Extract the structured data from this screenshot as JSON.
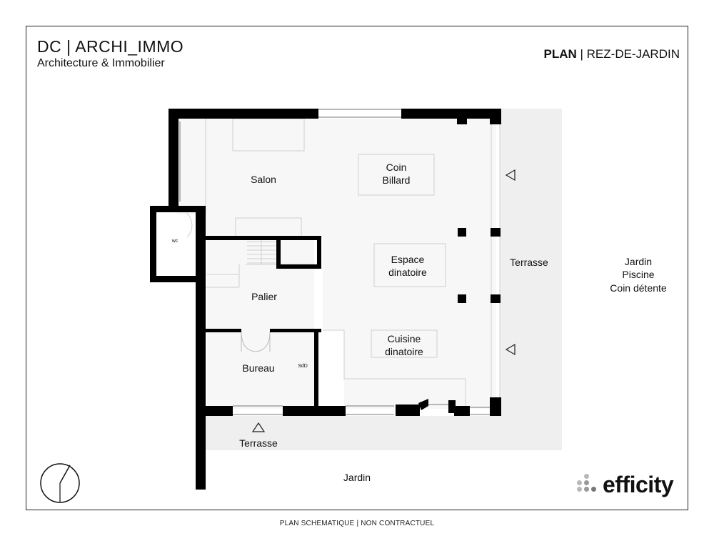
{
  "header": {
    "brand_title": "DC | ARCHI_IMMO",
    "brand_subtitle": "Architecture & Immobilier",
    "plan_label": "PLAN",
    "plan_separator": " | ",
    "plan_level": "REZ-DE-JARDIN"
  },
  "rooms": {
    "salon": "Salon",
    "coin_billard_1": "Coin",
    "coin_billard_2": "Billard",
    "wc": "wc",
    "espace_1": "Espace",
    "espace_2": "dinatoire",
    "palier": "Palier",
    "cuisine_1": "Cuisine",
    "cuisine_2": "dinatoire",
    "bureau": "Bureau",
    "sdd": "SdD",
    "terrasse_east": "Terrasse",
    "terrasse_south": "Terrasse",
    "jardin_south": "Jardin",
    "jardin_east_1": "Jardin",
    "jardin_east_2": "Piscine",
    "jardin_east_3": "Coin détente"
  },
  "logo": {
    "text": "efficity"
  },
  "footer": {
    "text": "PLAN SCHEMATIQUE | NON CONTRACTUEL"
  },
  "colors": {
    "wall": "#000000",
    "terrace": "#efefef",
    "interior": "#f7f7f7",
    "frame": "#222222"
  },
  "icons": [
    "compass-icon",
    "entry-arrow-icon",
    "efficity-logo-icon"
  ]
}
